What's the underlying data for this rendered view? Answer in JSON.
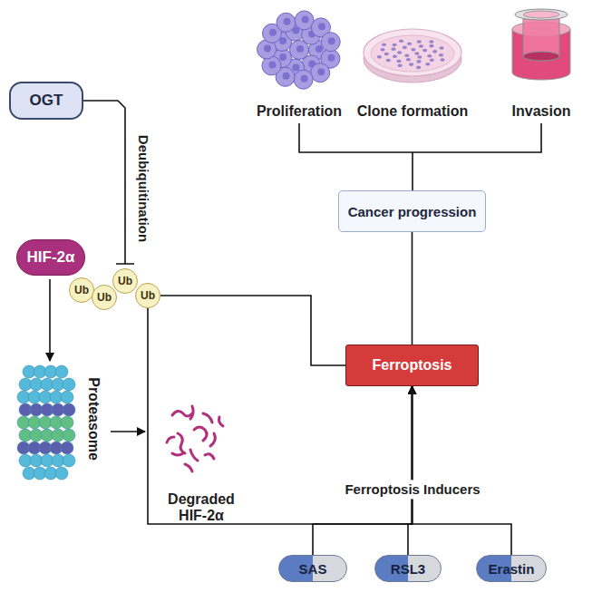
{
  "diagram": {
    "nodes": [
      {
        "text": [
          "OGT"
        ]
      },
      {
        "text": [
          "HIF-2α"
        ]
      },
      {
        "text": [
          "Ub"
        ]
      },
      {
        "text": [
          "Ub"
        ]
      },
      {
        "text": [
          "Ub"
        ]
      },
      {
        "text": [
          "Ub"
        ]
      },
      {
        "text": [
          "Cancer progression"
        ]
      },
      {
        "text": [
          "Ferroptosis"
        ]
      },
      {
        "text": [
          "SAS"
        ]
      },
      {
        "text": [
          "RSL3"
        ]
      },
      {
        "text": [
          "Erastin"
        ]
      }
    ],
    "edges": [
      {
        "from": 0,
        "to": 4,
        "arrow": "to"
      },
      {
        "from": 5,
        "to": 6,
        "arrow": "none"
      },
      {
        "from": 5,
        "to": 7,
        "arrow": "none"
      },
      {
        "from": 8,
        "to": 7,
        "arrow": "to"
      },
      {
        "from": 9,
        "to": 7,
        "arrow": "to"
      },
      {
        "from": 10,
        "to": 7,
        "arrow": "to"
      }
    ],
    "labels": [
      "Proliferation",
      "Clone formation",
      "Invasion",
      "Deubiquitination",
      "Proteasome",
      "Degraded HIF-2α",
      "Ferroptosis Inducers"
    ]
  }
}
